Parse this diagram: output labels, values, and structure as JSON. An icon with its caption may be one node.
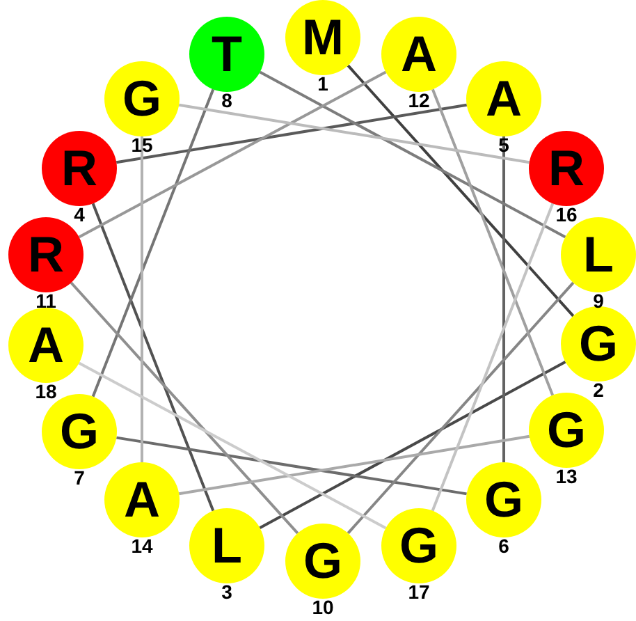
{
  "diagram": {
    "nodes": [
      {
        "text": [
          "M"
        ],
        "beside": [
          "1"
        ]
      },
      {
        "text": [
          "G"
        ],
        "beside": [
          "2"
        ]
      },
      {
        "text": [
          "L"
        ],
        "beside": [
          "3"
        ]
      },
      {
        "text": [
          "R"
        ],
        "beside": [
          "4"
        ]
      },
      {
        "text": [
          "A"
        ],
        "beside": [
          "5"
        ]
      },
      {
        "text": [
          "G"
        ],
        "beside": [
          "6"
        ]
      },
      {
        "text": [
          "G"
        ],
        "beside": [
          "7"
        ]
      },
      {
        "text": [
          "T"
        ],
        "beside": [
          "8"
        ]
      },
      {
        "text": [
          "L"
        ],
        "beside": [
          "9"
        ]
      },
      {
        "text": [
          "G"
        ],
        "beside": [
          "10"
        ]
      },
      {
        "text": [
          "R"
        ],
        "beside": [
          "11"
        ]
      },
      {
        "text": [
          "A"
        ],
        "beside": [
          "12"
        ]
      },
      {
        "text": [
          "G"
        ],
        "beside": [
          "13"
        ]
      },
      {
        "text": [
          "A"
        ],
        "beside": [
          "14"
        ]
      },
      {
        "text": [
          "G"
        ],
        "beside": [
          "15"
        ]
      },
      {
        "text": [
          "R"
        ],
        "beside": [
          "16"
        ]
      },
      {
        "text": [
          "G"
        ],
        "beside": [
          "17"
        ]
      },
      {
        "text": [
          "A"
        ],
        "beside": [
          "18"
        ]
      }
    ],
    "edges": [
      {
        "from": 0,
        "to": 1,
        "arrow": "none",
        "color": "#404040"
      },
      {
        "from": 1,
        "to": 2,
        "arrow": "none",
        "color": "#494949"
      },
      {
        "from": 2,
        "to": 3,
        "arrow": "none",
        "color": "#525252"
      },
      {
        "from": 3,
        "to": 4,
        "arrow": "none",
        "color": "#5a5a5a"
      },
      {
        "from": 4,
        "to": 5,
        "arrow": "none",
        "color": "#636363"
      },
      {
        "from": 5,
        "to": 6,
        "arrow": "none",
        "color": "#6c6c6c"
      },
      {
        "from": 6,
        "to": 7,
        "arrow": "none",
        "color": "#757575"
      },
      {
        "from": 7,
        "to": 8,
        "arrow": "none",
        "color": "#7d7d7d"
      },
      {
        "from": 8,
        "to": 9,
        "arrow": "none",
        "color": "#868686"
      },
      {
        "from": 9,
        "to": 10,
        "arrow": "none",
        "color": "#8f8f8f"
      },
      {
        "from": 10,
        "to": 11,
        "arrow": "none",
        "color": "#989898"
      },
      {
        "from": 11,
        "to": 12,
        "arrow": "none",
        "color": "#a0a0a0"
      },
      {
        "from": 12,
        "to": 13,
        "arrow": "none",
        "color": "#a9a9a9"
      },
      {
        "from": 13,
        "to": 14,
        "arrow": "none",
        "color": "#b2b2b2"
      },
      {
        "from": 14,
        "to": 15,
        "arrow": "none",
        "color": "#bbbbbb"
      },
      {
        "from": 15,
        "to": 16,
        "arrow": "none",
        "color": "#c3c3c3"
      },
      {
        "from": 16,
        "to": 17,
        "arrow": "none",
        "color": "#cccccc"
      }
    ]
  }
}
